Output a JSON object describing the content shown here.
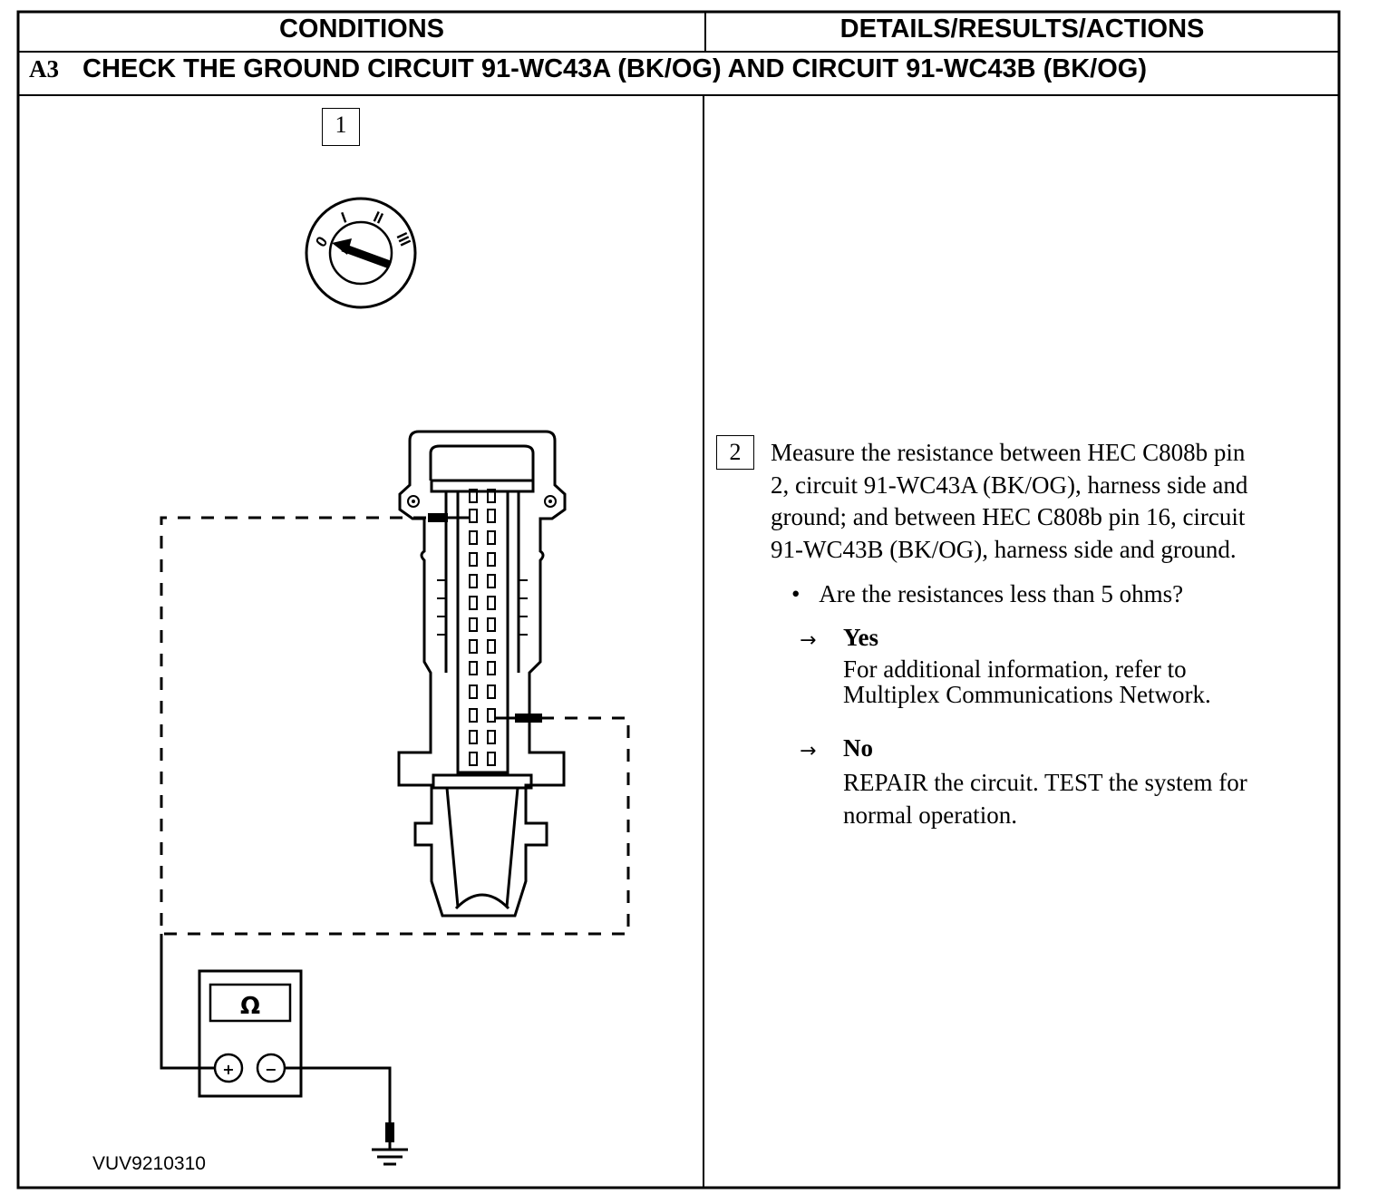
{
  "table": {
    "col_conditions": "CONDITIONS",
    "col_details": "DETAILS/RESULTS/ACTIONS",
    "step_code": "A3",
    "step_title": "CHECK THE GROUND CIRCUIT 91-WC43A (BK/OG) AND CIRCUIT 91-WC43B (BK/OG)"
  },
  "illustration": {
    "step1_number": "1",
    "ignition_positions": [
      "0",
      "I",
      "II",
      "III"
    ],
    "meter_symbol": "Ω",
    "meter_plus": "+",
    "meter_minus": "−",
    "reference_code": "VUV9210310"
  },
  "details": {
    "step2_number": "2",
    "measure_lines": [
      "Measure the resistance between HEC C808b pin",
      "2, circuit 91-WC43A (BK/OG), harness side and",
      "ground; and between HEC C808b pin 16, circuit",
      "91-WC43B (BK/OG), harness side and ground."
    ],
    "bullet_symbol": "•",
    "question": "Are the resistances less than 5 ohms?",
    "arrow_symbol": "→",
    "yes_label": "Yes",
    "yes_lines": [
      "For additional information, refer to",
      "Multiplex Communications Network."
    ],
    "no_label": "No",
    "no_lines": [
      "REPAIR the circuit. TEST the system for",
      "normal operation."
    ]
  }
}
